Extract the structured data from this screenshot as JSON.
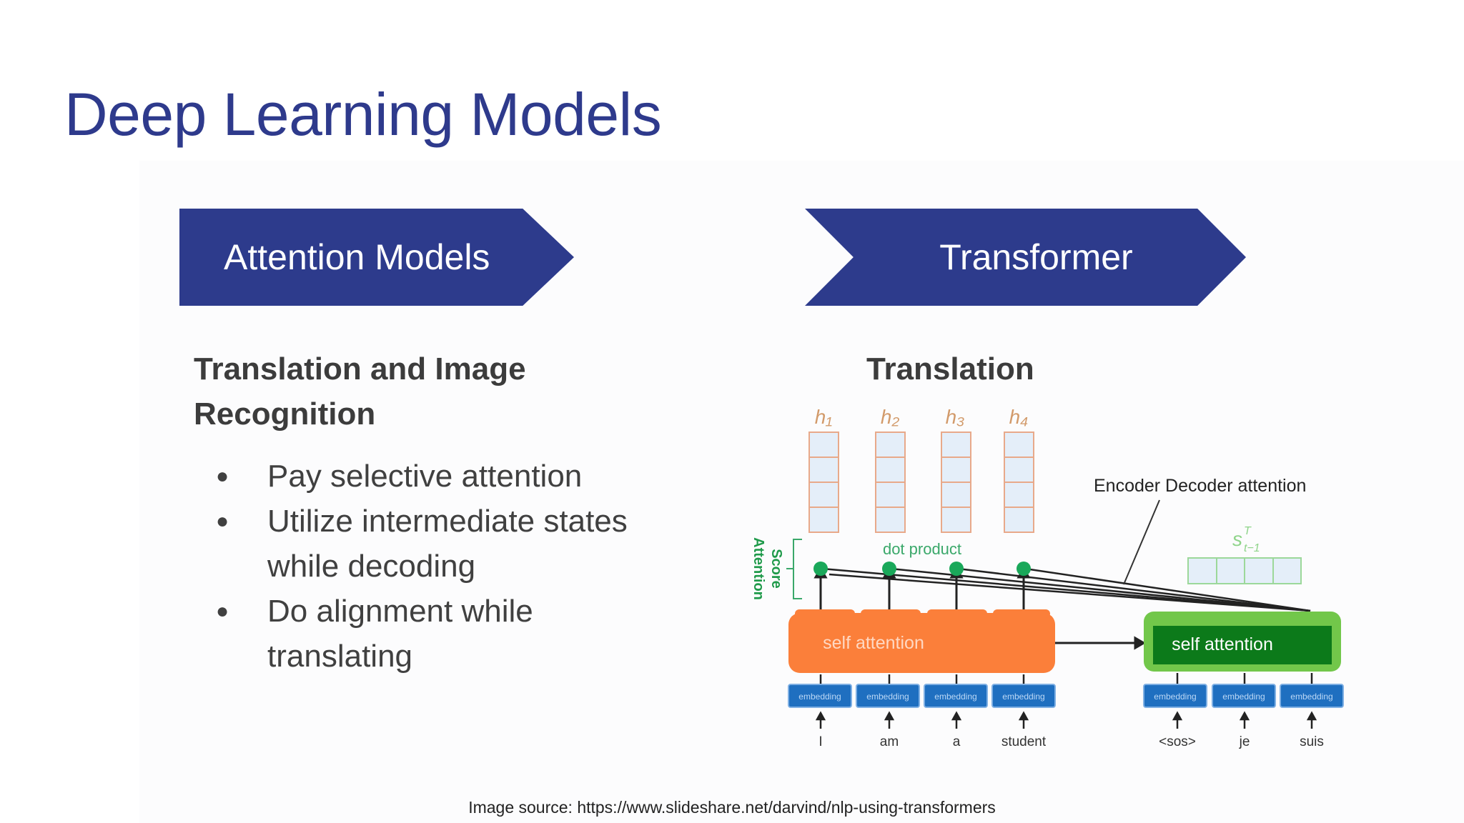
{
  "slide": {
    "title": "Deep Learning Models",
    "source": "Image source: https://www.slideshare.net/darvind/nlp-using-transformers"
  },
  "left": {
    "chevron_label": "Attention Models",
    "subheading_line1": "Translation and Image",
    "subheading_line2": "Recognition",
    "bullets": [
      "Pay selective attention",
      "Utilize intermediate states while decoding",
      "Do alignment while translating"
    ]
  },
  "right": {
    "chevron_label": "Transformer",
    "subheading": "Translation",
    "diagram": {
      "hidden_labels": [
        "h₁",
        "h₂",
        "h₃",
        "h₄"
      ],
      "dot_product_label": "dot product",
      "attention_score_label_1": "Attention",
      "attention_score_label_2": "Score",
      "encoder_decoder_label": "Encoder Decoder attention",
      "state_label": "s",
      "state_sup": "T",
      "state_sub": "t−1",
      "encoder_self_attention": "self attention",
      "decoder_self_attention": "self attention",
      "embedding_label": "embedding",
      "encoder_tokens": [
        "I",
        "am",
        "a",
        "student"
      ],
      "decoder_tokens": [
        "<sos>",
        "je",
        "suis"
      ]
    }
  },
  "colors": {
    "title": "#2e3a8c",
    "chevron": "#2d3b8c",
    "encoder_orange": "#fb7f3a",
    "decoder_green": "#72c74a",
    "decoder_dark_green": "#0c7a1a",
    "embedding_blue": "#1f6fc0",
    "score_green": "#1aa85a"
  }
}
